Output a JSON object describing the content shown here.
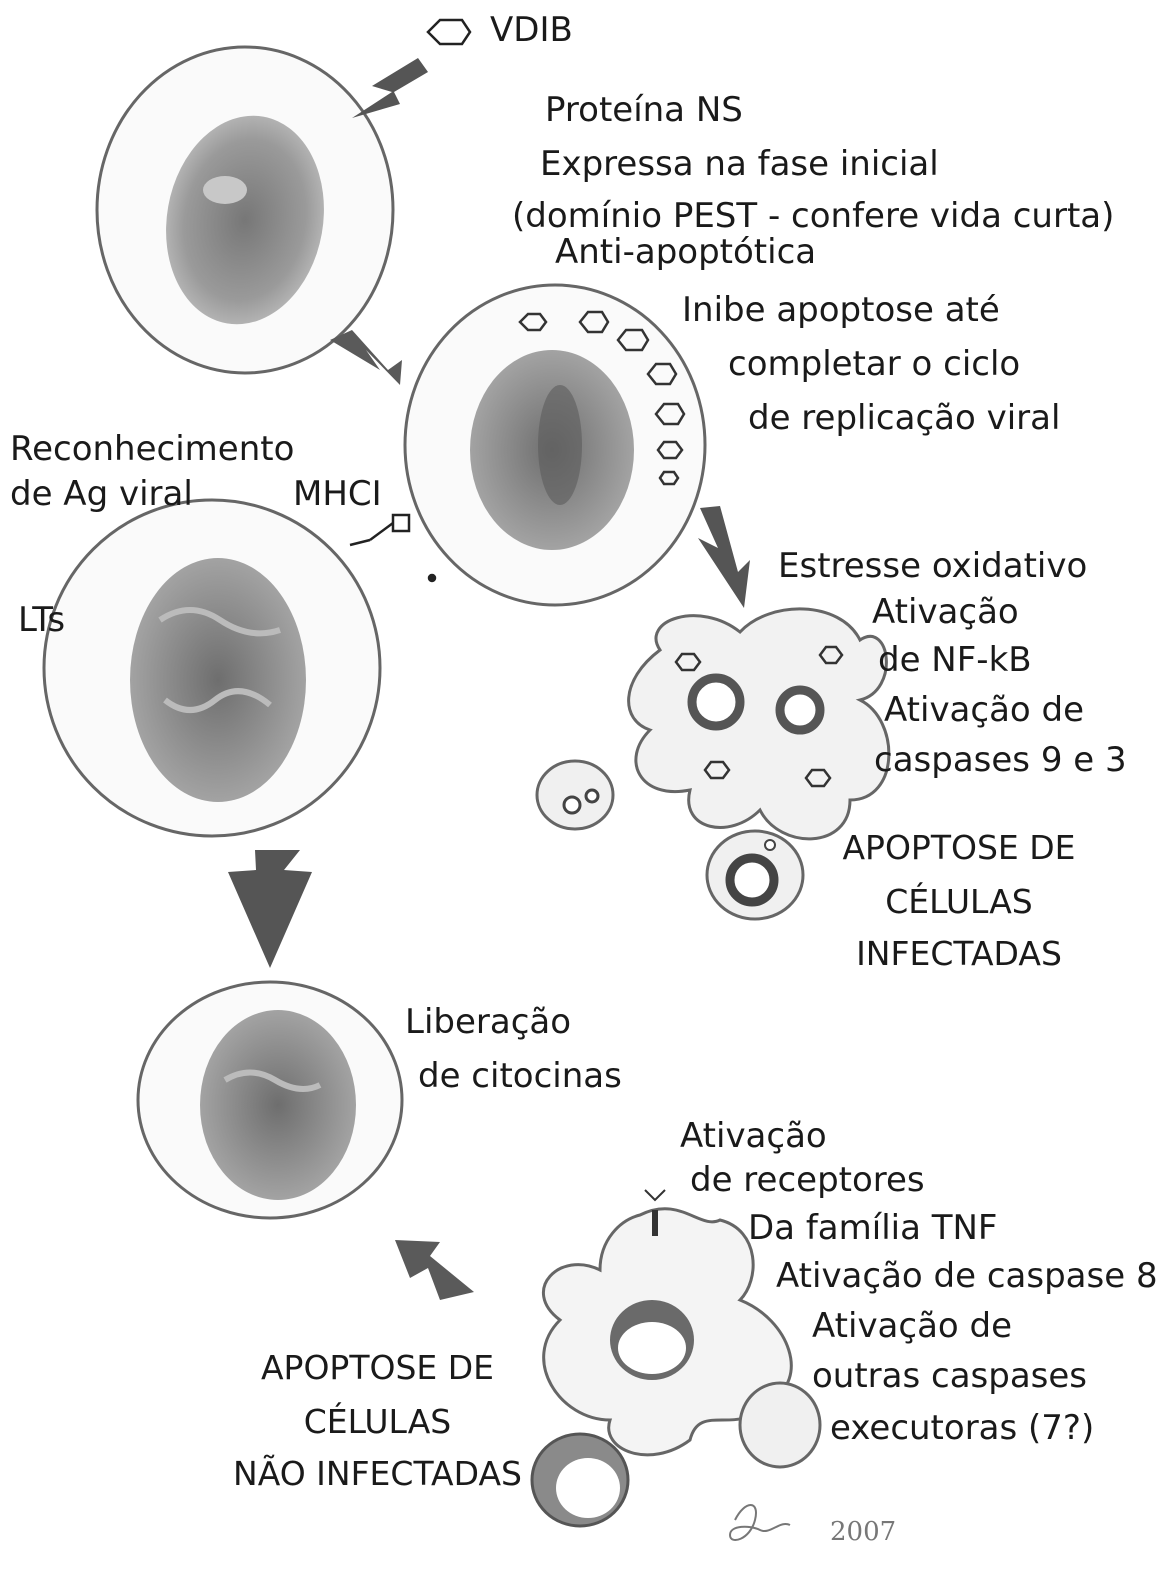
{
  "virus_label": "VDIB",
  "ns_protein": {
    "lines": [
      "Proteína NS",
      "Expressa na fase inicial",
      "(domínio PEST - confere vida curta)",
      "Anti-apoptótica",
      "Inibe apoptose até",
      "completar o ciclo",
      "de replicação viral"
    ]
  },
  "recognition": {
    "line1": "Reconhecimento",
    "line2": "de Ag viral"
  },
  "mhc_label": "MHCI",
  "lt_label": "LTs",
  "intrinsic_pathway": {
    "lines": [
      "Estresse oxidativo",
      "Ativação",
      "de NF-kB",
      "Ativação de",
      "caspases 9 e 3"
    ],
    "outcome": [
      "APOPTOSE DE",
      "CÉLULAS",
      "INFECTADAS"
    ]
  },
  "cytokines": {
    "line1": "Liberação",
    "line2": "de citocinas"
  },
  "extrinsic_pathway": {
    "lines": [
      "Ativação",
      "de receptores",
      "Da família TNF",
      "Ativação de caspase 8",
      "Ativação de",
      "outras caspases",
      "executoras (7?)"
    ],
    "outcome": [
      "APOPTOSE DE",
      "CÉLULAS",
      "NÃO INFECTADAS"
    ]
  },
  "signature": "2007",
  "colors": {
    "ink": "#1a1a1a",
    "pencil": "#555555",
    "shade": "#8a8a8a"
  }
}
